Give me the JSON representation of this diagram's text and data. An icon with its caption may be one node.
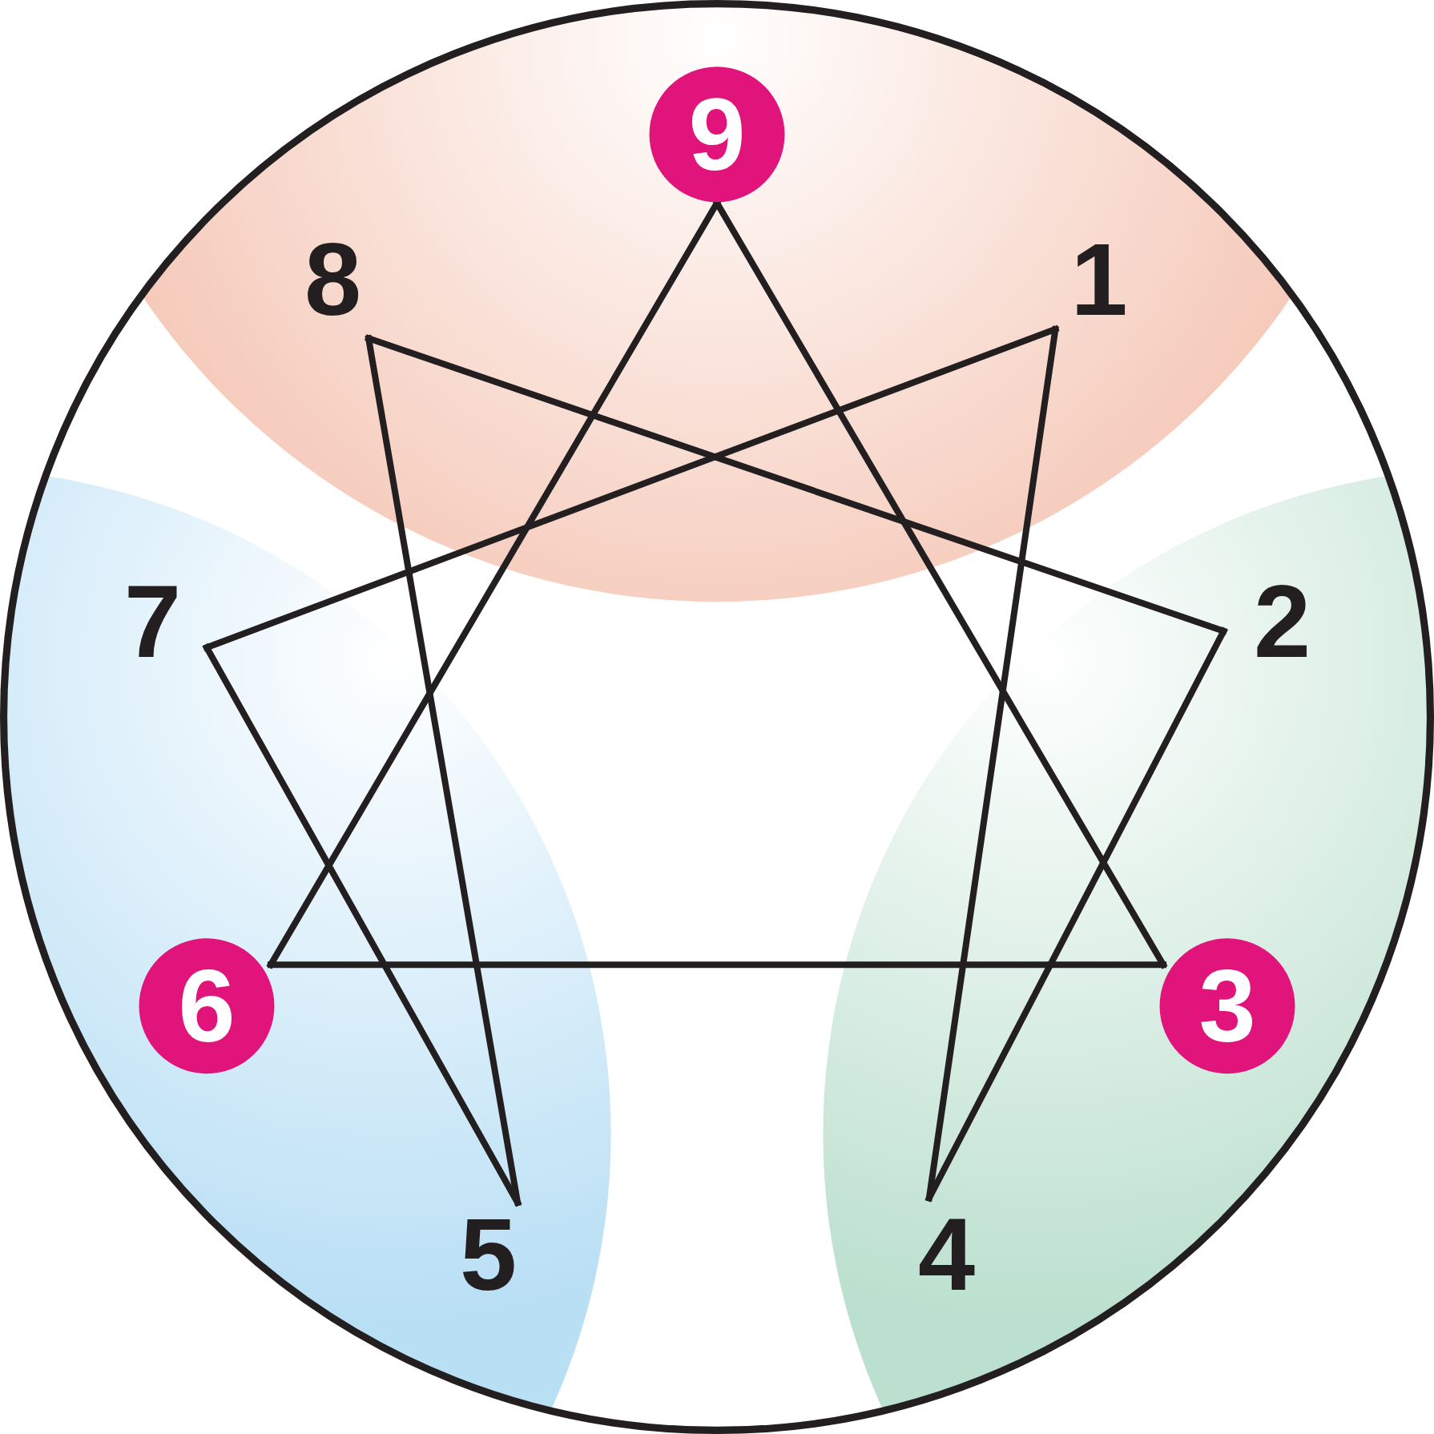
{
  "diagram": {
    "nodes": [
      {
        "text": [
          "9"
        ]
      },
      {
        "text": [
          "8"
        ]
      },
      {
        "text": [
          "1"
        ]
      },
      {
        "text": [
          "7"
        ]
      },
      {
        "text": [
          "2"
        ]
      },
      {
        "text": [
          "6"
        ]
      },
      {
        "text": [
          "3"
        ]
      },
      {
        "text": [
          "5"
        ]
      },
      {
        "text": [
          "4"
        ]
      }
    ],
    "edges": [
      {
        "from": 0,
        "to": 6,
        "arrow": "none"
      },
      {
        "from": 6,
        "to": 5,
        "arrow": "none"
      },
      {
        "from": 5,
        "to": 0,
        "arrow": "none"
      },
      {
        "from": 2,
        "to": 8,
        "arrow": "none"
      },
      {
        "from": 8,
        "to": 4,
        "arrow": "none"
      },
      {
        "from": 4,
        "to": 1,
        "arrow": "none"
      },
      {
        "from": 1,
        "to": 7,
        "arrow": "none"
      },
      {
        "from": 7,
        "to": 3,
        "arrow": "none"
      },
      {
        "from": 3,
        "to": 2,
        "arrow": "none"
      }
    ]
  }
}
